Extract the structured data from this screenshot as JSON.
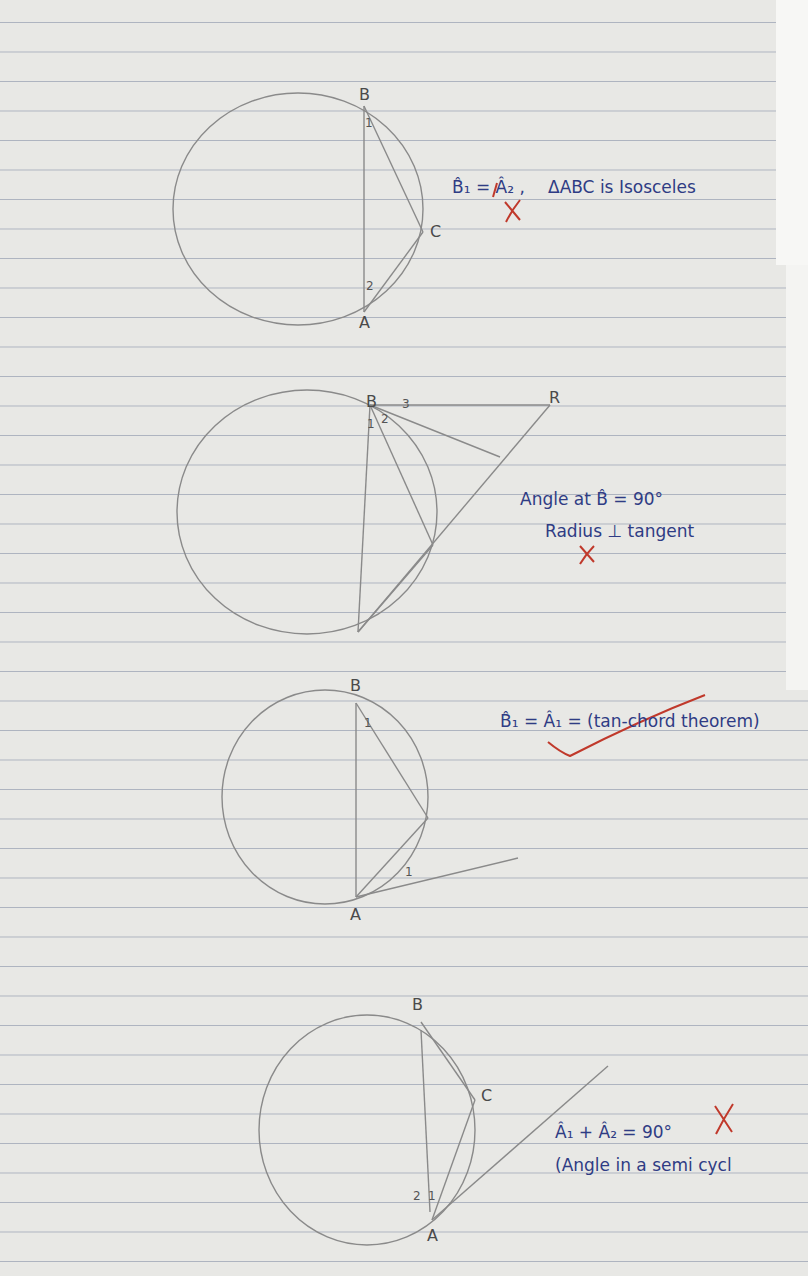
{
  "diagram": {
    "labels": [
      "B",
      "1",
      "C",
      "2",
      "A",
      "B̂₁ = Â₂ ,",
      "ΔABC is Isosceles",
      "B",
      "1",
      "2",
      "3",
      "R",
      "Angle at B̂ = 90°",
      "Radius ⊥ tangent",
      "B",
      "1",
      "1",
      "A",
      "B̂₁ = Â₁ = (tan-chord theorem)",
      "B",
      "C",
      "2",
      "1",
      "A",
      "Â₁ + Â₂ = 90°",
      "(Angle in a semi cycl"
    ]
  }
}
